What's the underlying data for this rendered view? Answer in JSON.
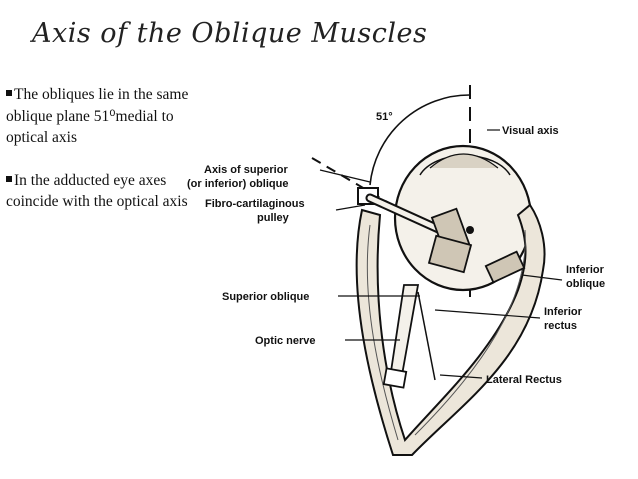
{
  "slide": {
    "title": "Axis of the Oblique Muscles",
    "bullets": [
      "The obliques lie in the same oblique plane 51⁰medial to optical axis",
      "In the adducted eye axes coincide with the optical axis"
    ]
  },
  "diagram": {
    "angle_label": "51°",
    "labels": {
      "visual_axis": "Visual axis",
      "axis_superior_1": "Axis of superior",
      "axis_superior_2": "(or inferior) oblique",
      "pulley_1": "Fibro-cartilaginous",
      "pulley_2": "pulley",
      "superior_oblique": "Superior oblique",
      "optic_nerve": "Optic nerve",
      "inferior_oblique_1": "Inferior",
      "inferior_oblique_2": "oblique",
      "inferior_rectus_1": "Inferior",
      "inferior_rectus_2": "rectus",
      "lateral_rectus": "Lateral Rectus"
    }
  }
}
